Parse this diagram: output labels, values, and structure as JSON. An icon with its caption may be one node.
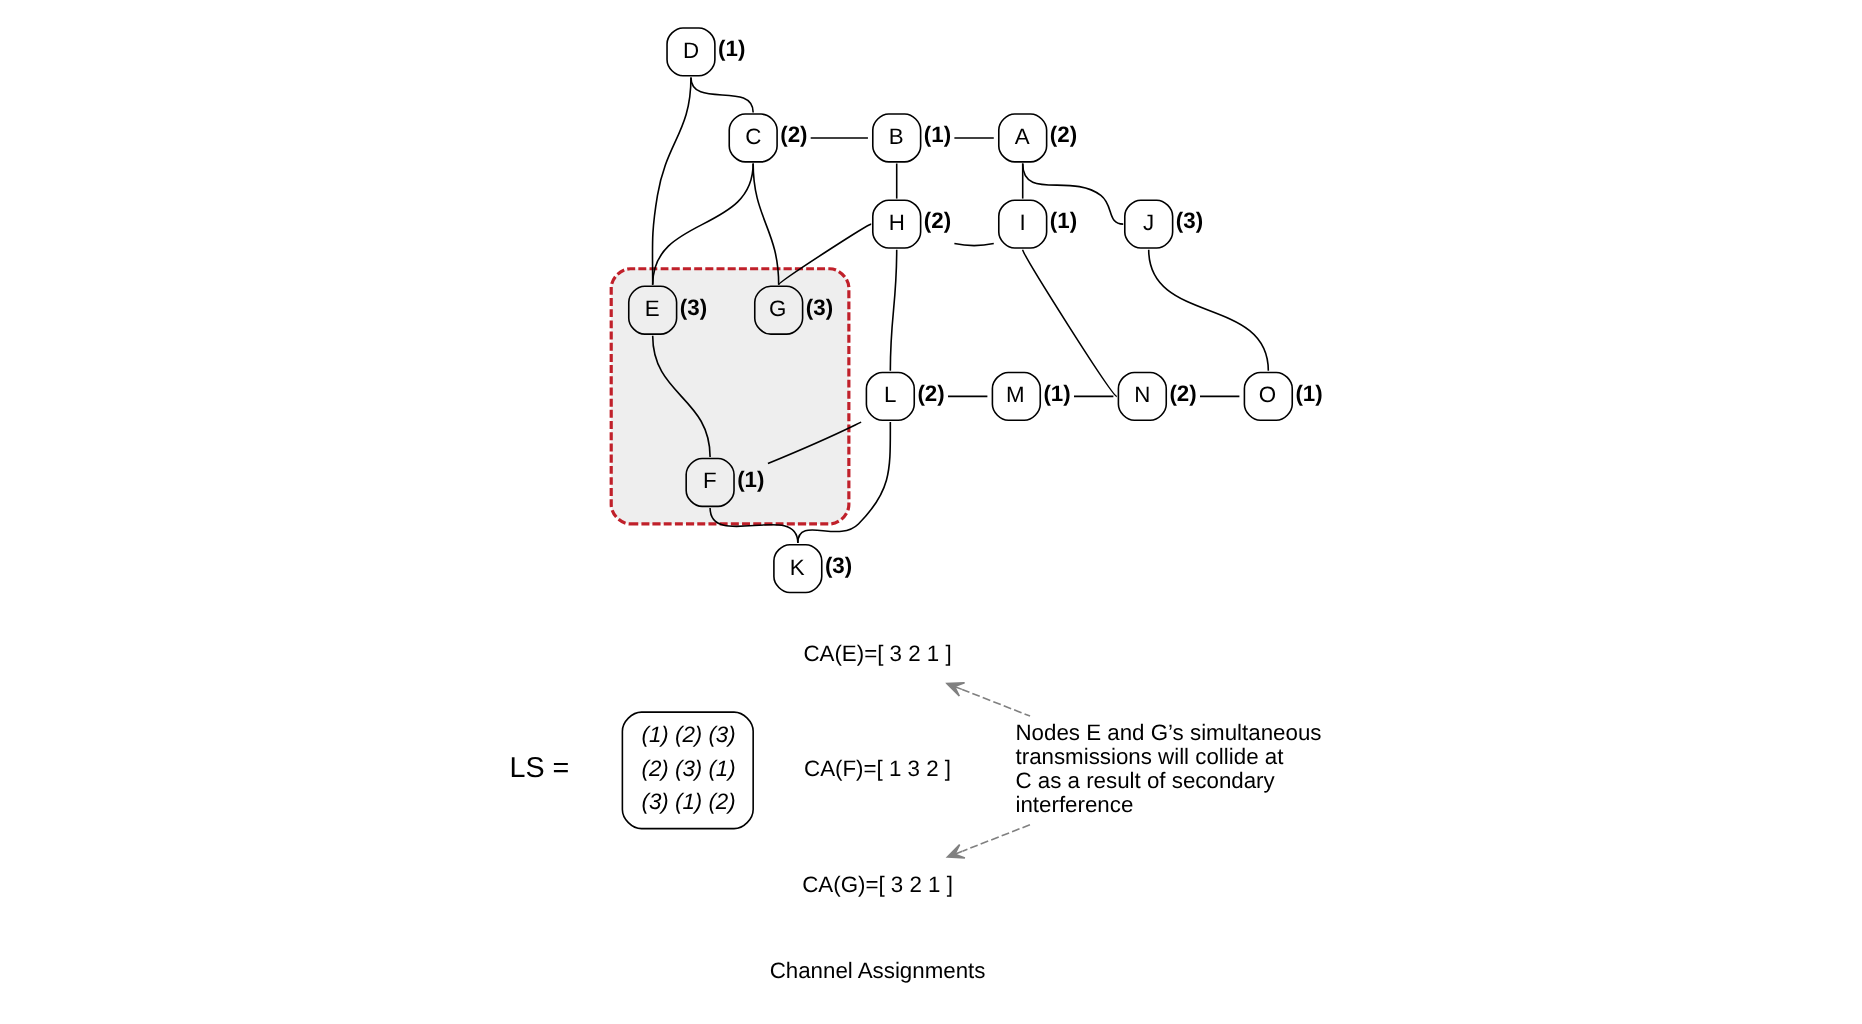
{
  "diagram": {
    "nodes": [
      {
        "text": [],
        "shape": "ellipse"
      },
      {
        "text": [
          "E"
        ],
        "beside": [
          "(3)"
        ],
        "in": 0
      },
      {
        "text": [
          "G"
        ],
        "beside": [
          "(3)"
        ],
        "in": 0
      },
      {
        "text": [
          "F"
        ],
        "beside": [
          "(1)"
        ],
        "in": 0
      },
      {
        "text": [
          "D"
        ],
        "beside": [
          "(1)"
        ]
      },
      {
        "text": [
          "C"
        ],
        "beside": [
          "(2)"
        ]
      },
      {
        "text": [
          "B"
        ],
        "beside": [
          "(1)"
        ]
      },
      {
        "text": [
          "A"
        ],
        "beside": [
          "(2)"
        ]
      },
      {
        "text": [
          "H"
        ],
        "beside": [
          "(2)"
        ]
      },
      {
        "text": [
          "I"
        ],
        "beside": [
          "(1)"
        ]
      },
      {
        "text": [
          "J"
        ],
        "beside": [
          "(3)"
        ]
      },
      {
        "text": [
          "L"
        ],
        "beside": [
          "(2)"
        ]
      },
      {
        "text": [
          "M"
        ],
        "beside": [
          "(1)"
        ]
      },
      {
        "text": [
          "N"
        ],
        "beside": [
          "(2)"
        ]
      },
      {
        "text": [
          "O"
        ],
        "beside": [
          "(1)"
        ]
      },
      {
        "text": [
          "K"
        ],
        "beside": [
          "(3)"
        ]
      },
      {
        "text": [
          "CA(E)=[ 3 2 1 ]"
        ]
      },
      {
        "text": [
          "CA(F)=[ 1 3 2 ]"
        ]
      },
      {
        "text": [
          "CA(G)=[ 3 2 1 ]"
        ]
      },
      {
        "text": [
          "Nodes E and G’s simultaneous transmissions will collide at C as a result of secondary interference"
        ]
      }
    ],
    "edges": [
      {
        "from": 4,
        "to": 5,
        "arrow": "none"
      },
      {
        "from": 4,
        "to": 1,
        "arrow": "none"
      },
      {
        "from": 1,
        "to": 5,
        "arrow": "none"
      },
      {
        "from": 1,
        "to": 3,
        "arrow": "none"
      },
      {
        "from": 2,
        "to": 5,
        "arrow": "none"
      },
      {
        "from": 5,
        "to": 6,
        "arrow": "none"
      },
      {
        "from": 6,
        "to": 8,
        "arrow": "none"
      },
      {
        "from": 6,
        "to": 7,
        "arrow": "none"
      },
      {
        "from": 7,
        "to": 9,
        "arrow": "none"
      },
      {
        "from": 7,
        "to": 10,
        "arrow": "none"
      },
      {
        "from": 2,
        "to": 8,
        "arrow": "none"
      },
      {
        "from": 8,
        "to": 9,
        "arrow": "none"
      },
      {
        "from": 8,
        "to": 11,
        "arrow": "none"
      },
      {
        "from": 9,
        "to": 13,
        "arrow": "none"
      },
      {
        "from": 3,
        "to": 11,
        "arrow": "none"
      },
      {
        "from": 3,
        "to": 15,
        "arrow": "none"
      },
      {
        "from": 15,
        "to": 11,
        "arrow": "none"
      },
      {
        "from": 11,
        "to": 12,
        "arrow": "none"
      },
      {
        "from": 12,
        "to": 13,
        "arrow": "none"
      },
      {
        "from": 13,
        "to": 14,
        "arrow": "none"
      },
      {
        "from": 14,
        "to": 10,
        "arrow": "none"
      },
      {
        "from": 19,
        "to": 16,
        "arrow": "to",
        "style": "dashed",
        "color": "#808080"
      },
      {
        "from": 19,
        "to": 18,
        "arrow": "to",
        "style": "dashed",
        "color": "#808080"
      }
    ],
    "labels": [
      "LS =",
      "(1) (2) (3)",
      "(2) (3) (1)",
      "(3) (1) (2)",
      "Channel Assignments"
    ]
  }
}
